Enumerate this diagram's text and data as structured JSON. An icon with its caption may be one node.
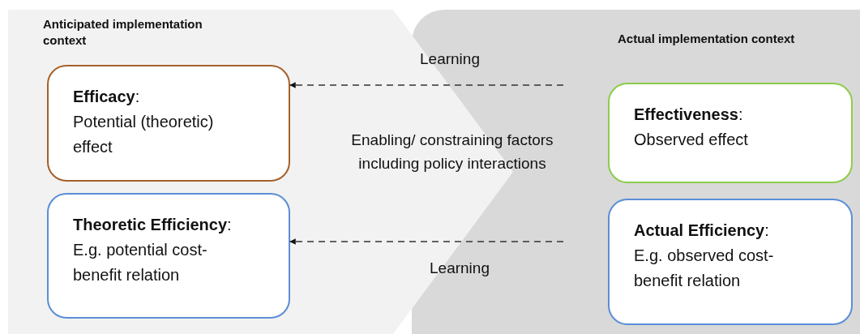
{
  "diagram": {
    "nodes": [
      {
        "text": [
          "Anticipated implementation context"
        ]
      },
      {
        "text": [
          "**Efficacy**:",
          "Potential (theoretic) effect"
        ],
        "in": 0
      },
      {
        "text": [
          "**Theoretic Efficiency**:",
          "E.g. potential cost-benefit relation"
        ],
        "in": 0
      },
      {
        "text": [
          "Actual implementation context"
        ]
      },
      {
        "text": [
          "**Effectiveness**:",
          "Observed effect"
        ],
        "in": 3
      },
      {
        "text": [
          "**Actual Efficiency**:",
          "E.g. observed cost-benefit relation"
        ],
        "in": 3
      }
    ],
    "edges": [
      {
        "from": null,
        "to": 1,
        "arrow": "to",
        "label": "Learning",
        "style": "dashed"
      },
      {
        "from": null,
        "to": 2,
        "arrow": "to",
        "label": "Learning",
        "style": "dashed"
      }
    ],
    "labels": [
      "Enabling/ constraining factors including policy interactions"
    ]
  }
}
